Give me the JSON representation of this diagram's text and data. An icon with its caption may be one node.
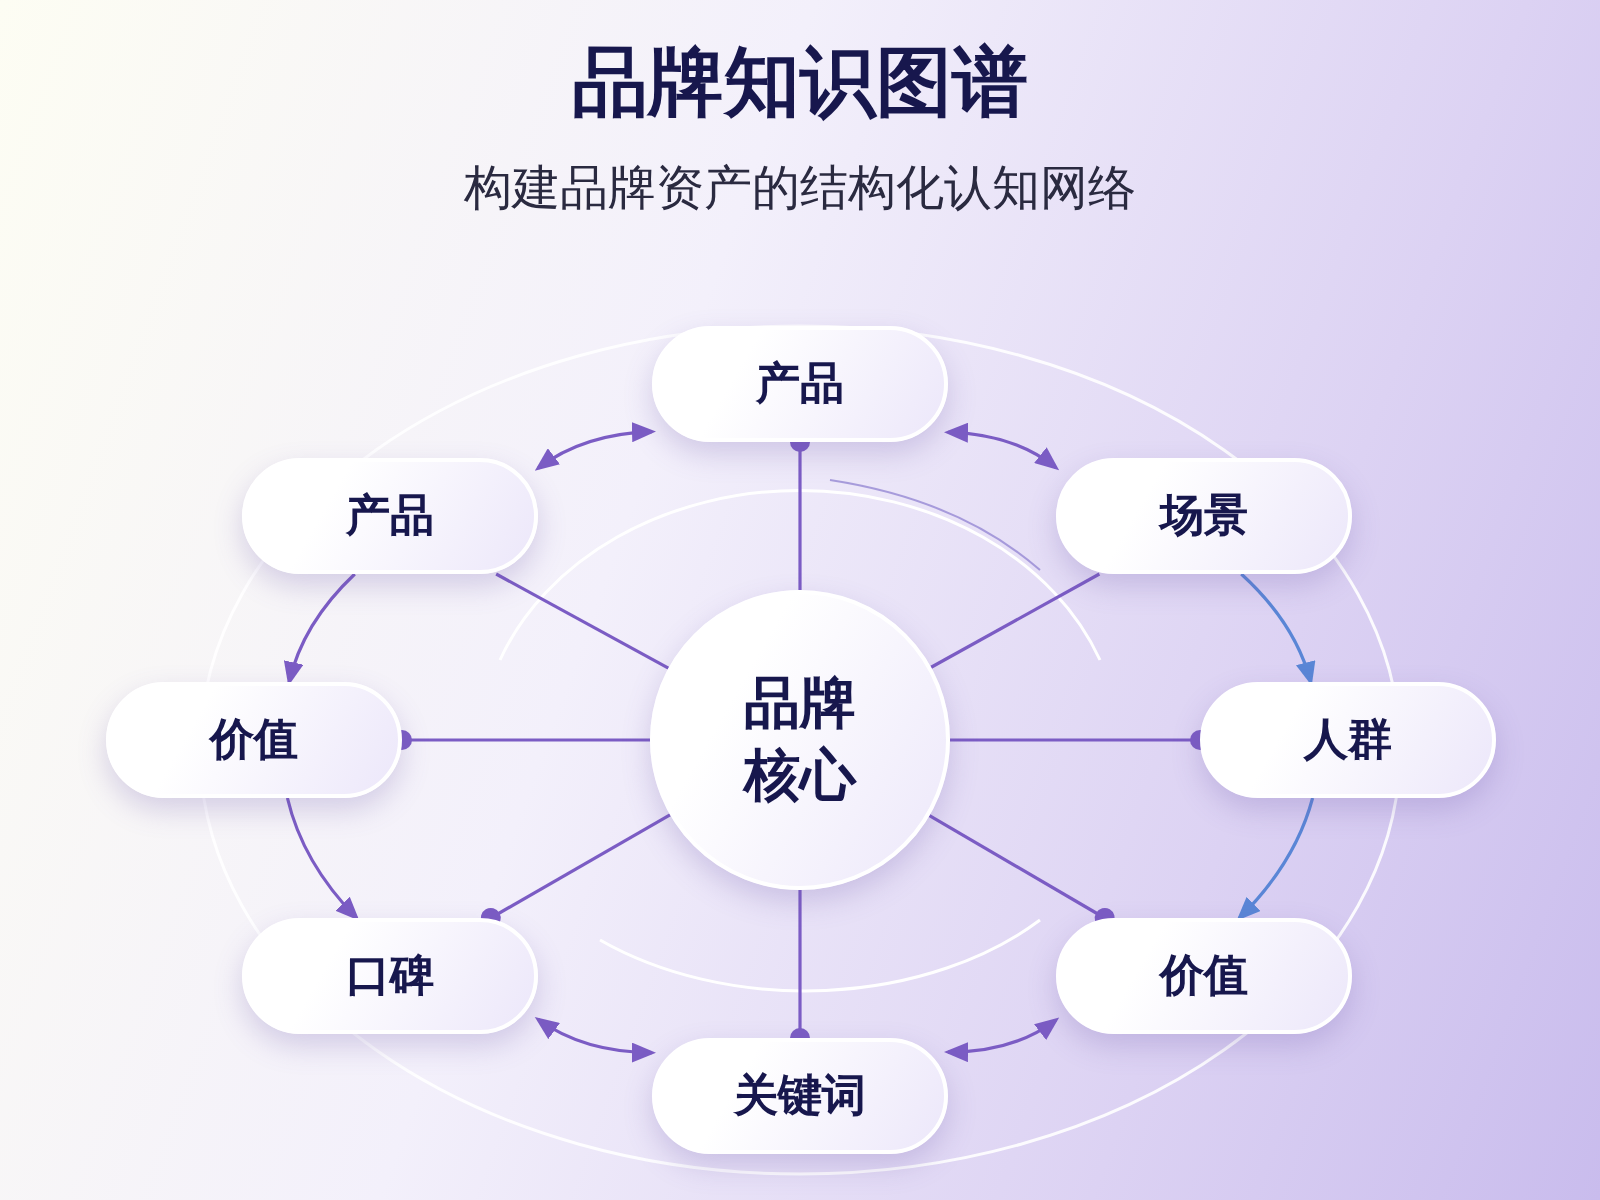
{
  "diagram": {
    "title": "品牌知识图谱",
    "nodes": [
      {
        "text": [
          "产品"
        ]
      },
      {
        "text": [
          "产品"
        ]
      },
      {
        "text": [
          "场景"
        ]
      },
      {
        "text": [
          "价值"
        ]
      },
      {
        "text": [
          "品牌核心"
        ]
      },
      {
        "text": [
          "人群"
        ]
      },
      {
        "text": [
          "口碑"
        ]
      },
      {
        "text": [
          "价值"
        ]
      },
      {
        "text": [
          "关键词"
        ]
      }
    ],
    "edges": [
      {
        "from": 4,
        "to": 0,
        "arrow": "other"
      },
      {
        "from": 4,
        "to": 1,
        "arrow": "none"
      },
      {
        "from": 4,
        "to": 2,
        "arrow": "none"
      },
      {
        "from": 4,
        "to": 3,
        "arrow": "other"
      },
      {
        "from": 4,
        "to": 5,
        "arrow": "other"
      },
      {
        "from": 4,
        "to": 6,
        "arrow": "other"
      },
      {
        "from": 4,
        "to": 7,
        "arrow": "other"
      },
      {
        "from": 4,
        "to": 8,
        "arrow": "other"
      },
      {
        "from": 1,
        "to": 0,
        "arrow": "both"
      },
      {
        "from": 0,
        "to": 2,
        "arrow": "both"
      },
      {
        "from": 2,
        "to": 5,
        "arrow": "to",
        "color": "#5a86d6"
      },
      {
        "from": 5,
        "to": 7,
        "arrow": "to",
        "color": "#5a86d6"
      },
      {
        "from": 7,
        "to": 8,
        "arrow": "both"
      },
      {
        "from": 8,
        "to": 6,
        "arrow": "both"
      },
      {
        "from": 3,
        "to": 6,
        "arrow": "to"
      },
      {
        "from": 1,
        "to": 3,
        "arrow": "to"
      }
    ],
    "labels": [
      "构建品牌资产的结构化认知网络"
    ]
  }
}
